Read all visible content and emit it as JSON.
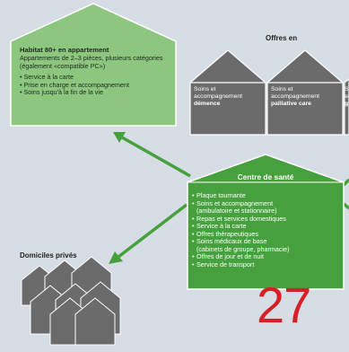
{
  "top_box": {
    "title": "Habitat 80+ en appartement",
    "description": "Appartements de 2–3 pièces, plusieurs catégories (également «compatible PC»)",
    "items": [
      "Service à la carte",
      "Prise en charge et accompagnement",
      "Soins jusqu'à la fin de la vie"
    ]
  },
  "offers": {
    "title": "Offres en",
    "cards": [
      {
        "line1": "Soins et",
        "line2": "accompagnement",
        "emphasis": "démence"
      },
      {
        "line1": "Soins et",
        "line2": "accompagnement",
        "emphasis": "palliative care"
      },
      {
        "line1": "So",
        "line2": "ac",
        "emphasis": "ge"
      }
    ]
  },
  "centre": {
    "title": "Centre de santé",
    "items": [
      "Plaque tournante",
      "Soins et accompagnement",
      "(ambulatoire et stationnaire)",
      "Repas et services domestiques",
      "Service à la carte",
      "Offres thérapeutiques",
      "Soins médicaux de base",
      "(cabinets de groupe, pharmacie)",
      "Offres de jour et de nuit",
      "Service de transport"
    ]
  },
  "domiciles": {
    "title": "Domiciles privés"
  },
  "page_number": "27",
  "colors": {
    "background": "#d7dde4",
    "green_fill": "#47a03e",
    "green_light": "#8cc67f",
    "house_dark": "#6b6b6b",
    "outline": "#ffffff",
    "page_number": "#d61f26"
  }
}
